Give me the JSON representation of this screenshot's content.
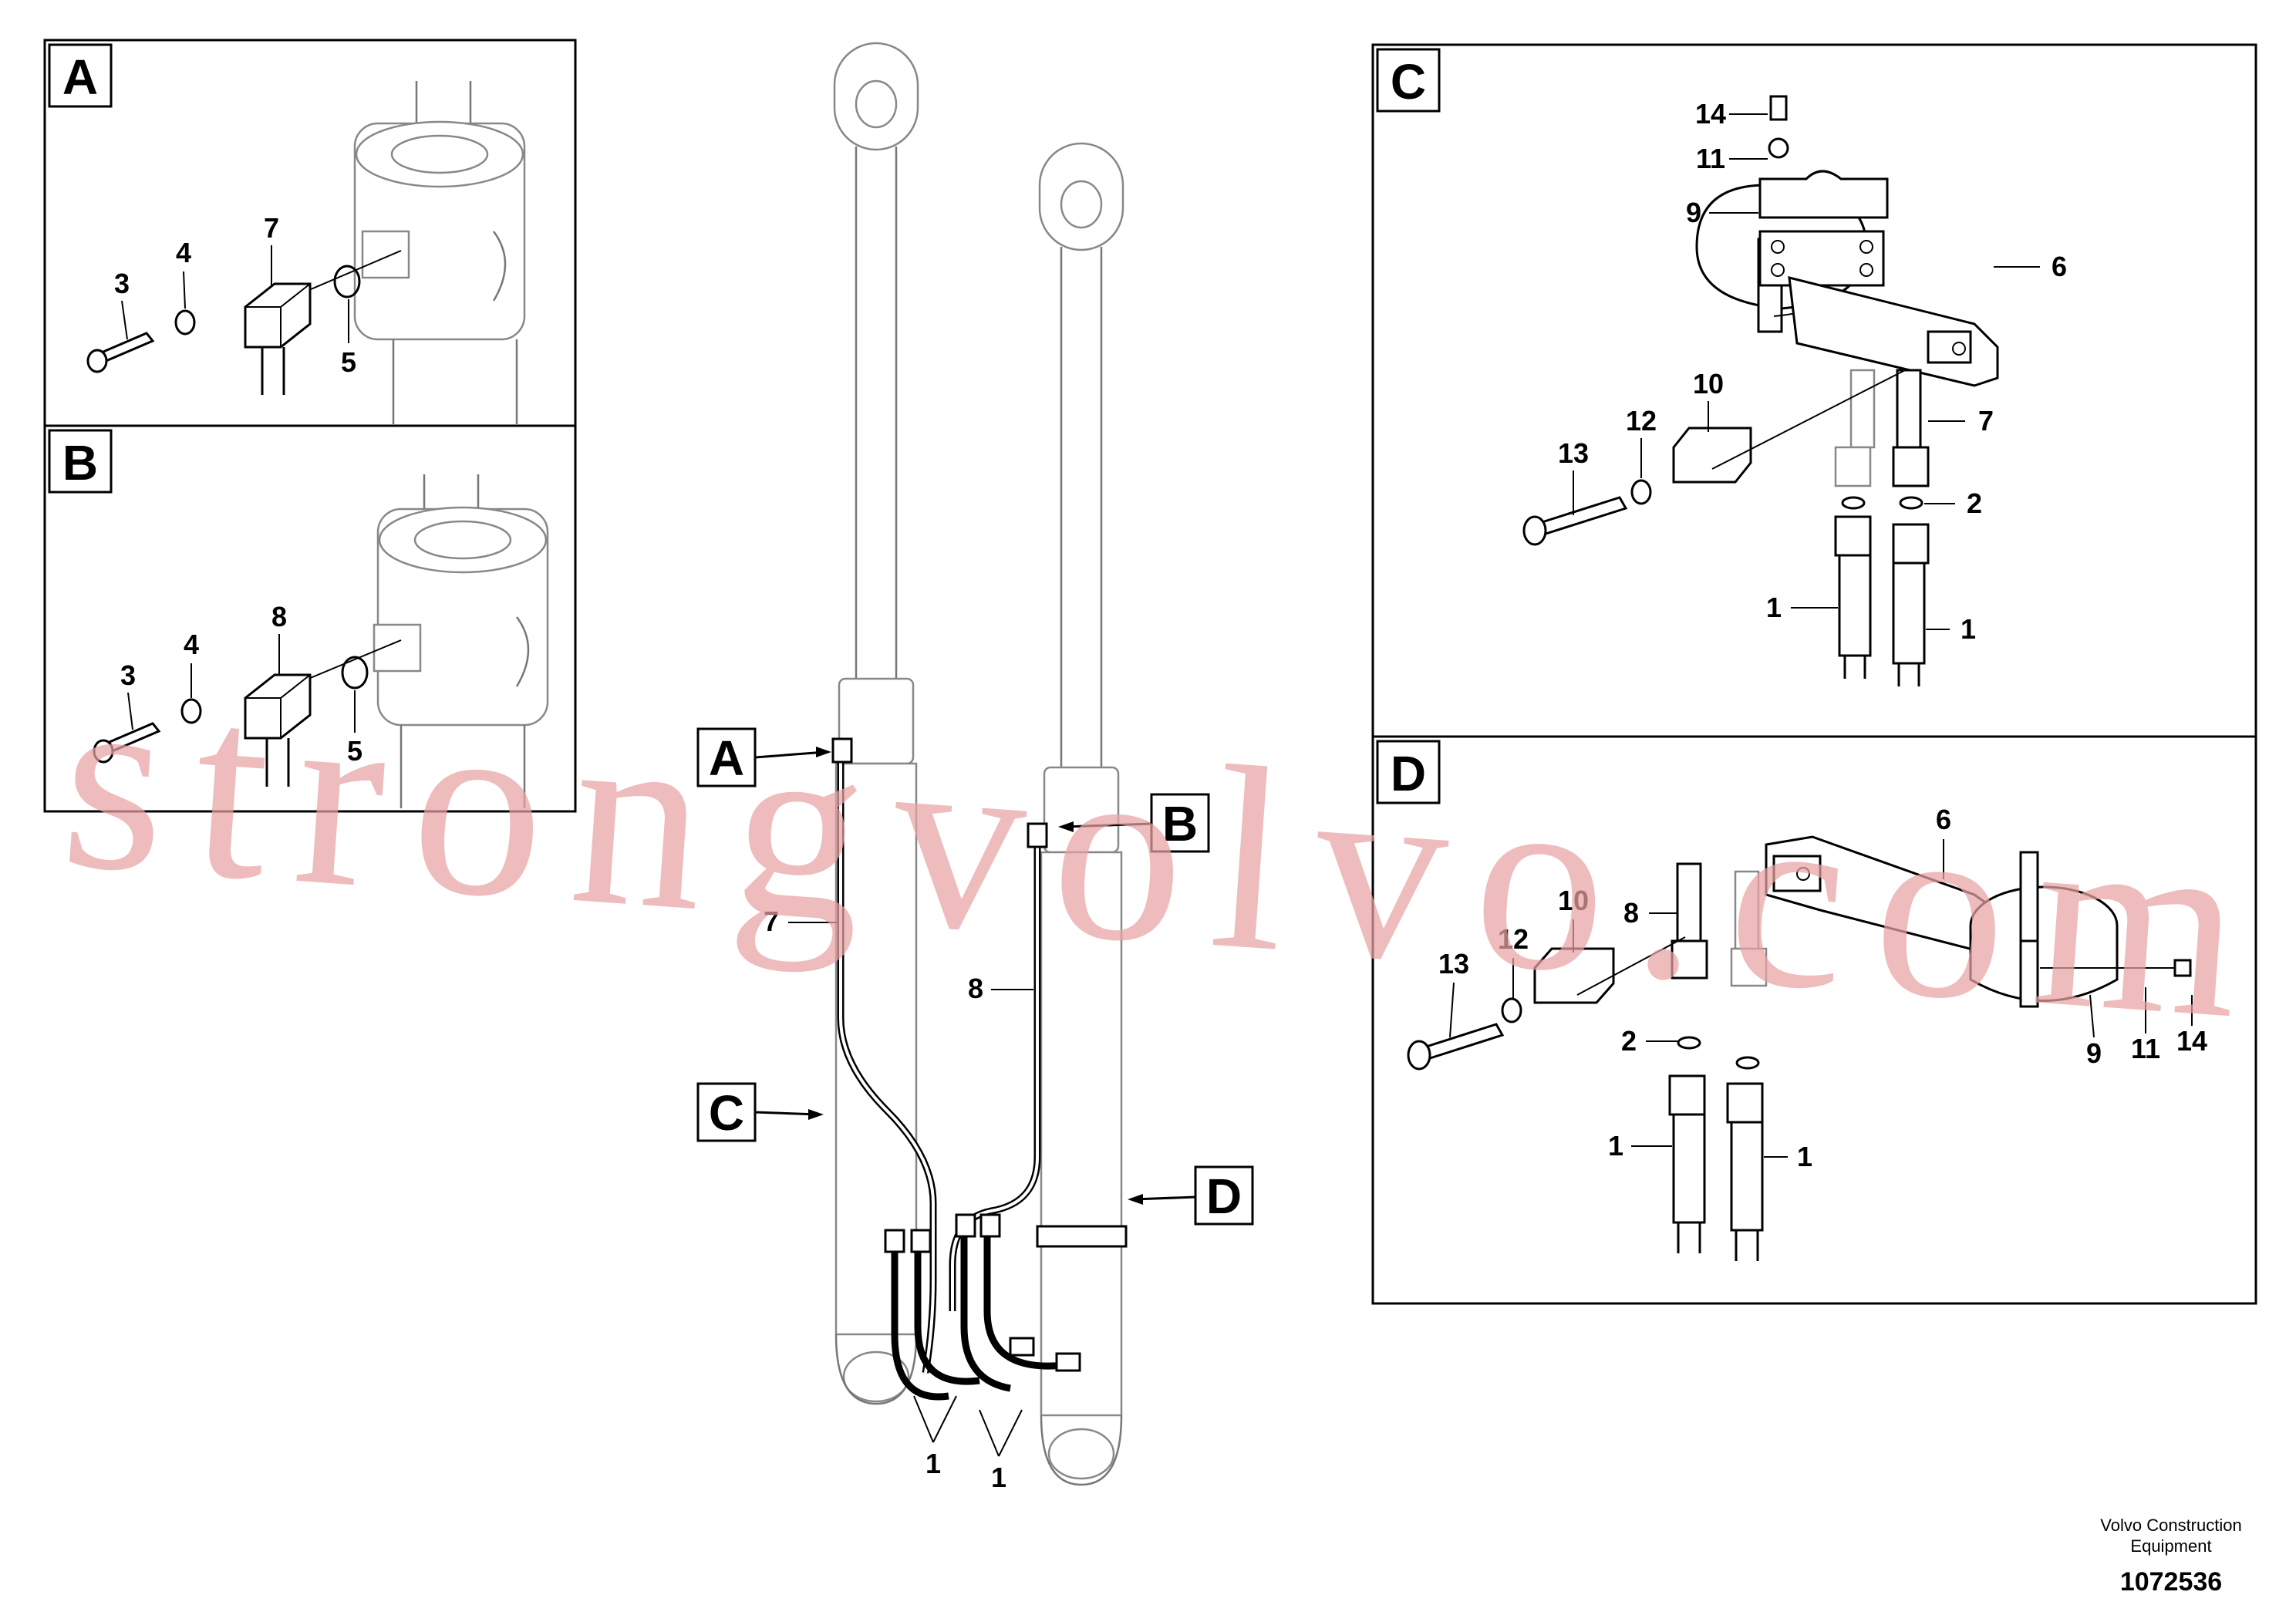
{
  "watermark": "strongvolvo.com",
  "footer": {
    "brand_line1": "Volvo Construction",
    "brand_line2": "Equipment",
    "doc_number": "1072536"
  },
  "panels": {
    "A": {
      "tag": "A",
      "callouts": [
        "3",
        "4",
        "7",
        "5"
      ]
    },
    "B": {
      "tag": "B",
      "callouts": [
        "3",
        "4",
        "8",
        "5"
      ]
    },
    "C": {
      "tag": "C",
      "callouts": [
        "14",
        "11",
        "9",
        "6",
        "10",
        "12",
        "13",
        "7",
        "2",
        "1",
        "1"
      ]
    },
    "D": {
      "tag": "D",
      "callouts": [
        "6",
        "10",
        "8",
        "12",
        "13",
        "2",
        "1",
        "1",
        "9",
        "11",
        "14"
      ]
    }
  },
  "main_view": {
    "tags": [
      "A",
      "B",
      "C",
      "D"
    ],
    "callouts": [
      "7",
      "8",
      "1",
      "1"
    ]
  }
}
